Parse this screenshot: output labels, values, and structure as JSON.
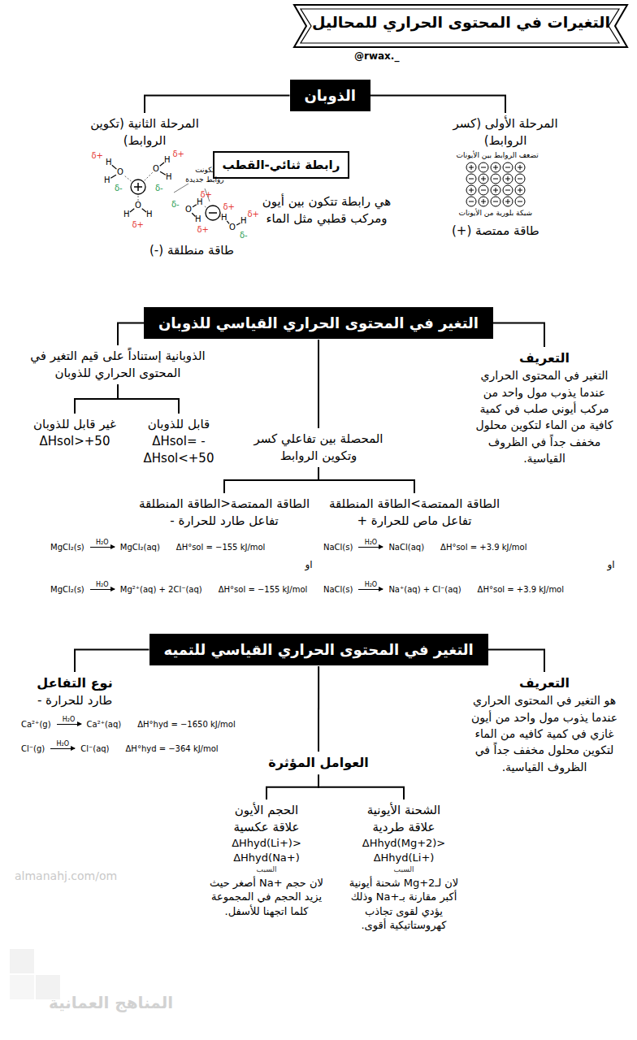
{
  "diagram": {
    "title": "التغيرات في المحتوى الحراري للمحاليل",
    "nodes": [
      {
        "text": [
          "الذوبان"
        ]
      },
      {
        "text": [
          "المرحلة الأولى (كسر الروابط)"
        ]
      },
      {
        "text": [
          "المرحلة الثانية (تكوين الروابط)"
        ]
      },
      {
        "text": [
          "رابطة ثنائي-القطب"
        ]
      },
      {
        "text": [
          "التغير في المحتوى الحراري القياسي للذوبان"
        ]
      },
      {
        "text": [
          "التعريف",
          "التغير في المحتوى الحراري عندما يذوب مول واحد من مركب أيوني صلب في كمية كافية من الماء لتكوين محلول مخفف جداً في الظروف القياسية."
        ]
      },
      {
        "text": [
          "المحصلة بين تفاعلي كسر وتكوين الروابط"
        ]
      },
      {
        "text": [
          "الذوبانية إستناداً على قيم التغير في المحتوى الحراري للذوبان"
        ]
      },
      {
        "text": [
          "الطاقة الممتصة>الطاقة المنطلقة",
          "تفاعل ماص للحرارة +"
        ]
      },
      {
        "text": [
          "الطاقة الممتصة<الطاقة المنطلقة",
          "تفاعل طارد للحرارة -"
        ]
      },
      {
        "text": [
          "قابل للذوبان",
          "ΔHsol= - ΔHsol<+50"
        ]
      },
      {
        "text": [
          "غير قابل للذوبان",
          "ΔHsol>+50"
        ]
      },
      {
        "text": [
          "التغير في المحتوى الحراري القياسي للتميه"
        ]
      },
      {
        "text": [
          "التعريف",
          "هو التغير في المحتوى الحراري عندما يذوب مول واحد من أيون غازي في كمية كافيه من الماء لتكوين محلول مخفف جداً في الظروف القياسية."
        ]
      },
      {
        "text": [
          "العوامل المؤثرة"
        ]
      },
      {
        "text": [
          "نوع التفاعل",
          "طارد للحرارة -"
        ]
      },
      {
        "text": [
          "الشحنة الأيونية",
          "علاقة طردية",
          "ΔHhyd(Mg+2)> ΔHhyd(Li+)",
          "السبب",
          "لان لـ2+Mg شحنة أيونية أكبر مقارنة بـ+Na وذلك يؤدي لقوى تجاذب كهروستاتيكية أقوى."
        ]
      },
      {
        "text": [
          "الحجم الأيون",
          "علاقة عكسية",
          "ΔHhyd(Li+)> ΔHhyd(Na+)",
          "السبب",
          "لان حجم +Na أصغر حيث يزيد الحجم في المجموعة كلما اتجهنا للأسفل."
        ]
      }
    ],
    "edges": [
      {
        "from": 0,
        "to": 1,
        "arrow": "none"
      },
      {
        "from": 0,
        "to": 2,
        "arrow": "none"
      },
      {
        "from": 4,
        "to": 5,
        "arrow": "none"
      },
      {
        "from": 4,
        "to": 6,
        "arrow": "none"
      },
      {
        "from": 4,
        "to": 7,
        "arrow": "none"
      },
      {
        "from": 6,
        "to": 8,
        "arrow": "none"
      },
      {
        "from": 6,
        "to": 9,
        "arrow": "none"
      },
      {
        "from": 7,
        "to": 10,
        "arrow": "none"
      },
      {
        "from": 7,
        "to": 11,
        "arrow": "none"
      },
      {
        "from": 12,
        "to": 13,
        "arrow": "none"
      },
      {
        "from": 12,
        "to": 14,
        "arrow": "none"
      },
      {
        "from": 12,
        "to": 15,
        "arrow": "none"
      },
      {
        "from": 14,
        "to": 16,
        "arrow": "none"
      },
      {
        "from": 14,
        "to": 17,
        "arrow": "none"
      }
    ],
    "labels": [
      "@rwax._",
      "تضعف الروابط بين الأيونات",
      "شبكة بلورية من الأيونات",
      "طاقة ممتصة (+)",
      "تكونت روابط جديدة",
      "طاقة منطلقة (-)",
      "هي رابطة تتكون بين أيون ومركب قطبي مثل الماء",
      "NaCl(s)",
      "H₂O",
      "NaCl(aq)",
      "ΔH°sol = +3.9 kJ/mol",
      "او",
      "NaCl(s)",
      "H₂O",
      "Na⁺(aq) + Cl⁻(aq)",
      "ΔH°sol = +3.9 kJ/mol",
      "MgCl₂(s)",
      "H₂O",
      "MgCl₂(aq)",
      "ΔH°sol = −155 kJ/mol",
      "او",
      "MgCl₂(s)",
      "H₂O",
      "Mg²⁺(aq) + 2Cl⁻(aq)",
      "ΔH°sol = −155 kJ/mol",
      "Ca²⁺(g)",
      "H₂O",
      "Ca²⁺(aq)",
      "ΔH°hyd = −1650 kJ/mol",
      "Cl⁻(g)",
      "H₂O",
      "Cl⁻(aq)",
      "ΔH°hyd = −364 kJ/mol",
      "almanahj.com/om",
      "المناهج العمانية",
      "O",
      "H",
      "H",
      "δ-",
      "δ+",
      "δ+",
      "O",
      "H",
      "H",
      "δ-",
      "δ+",
      "δ+",
      "O",
      "H",
      "H",
      "O",
      "H",
      "H",
      "O",
      "H",
      "H",
      "δ+",
      "δ+",
      "δ+",
      "δ-",
      "δ-"
    ]
  }
}
